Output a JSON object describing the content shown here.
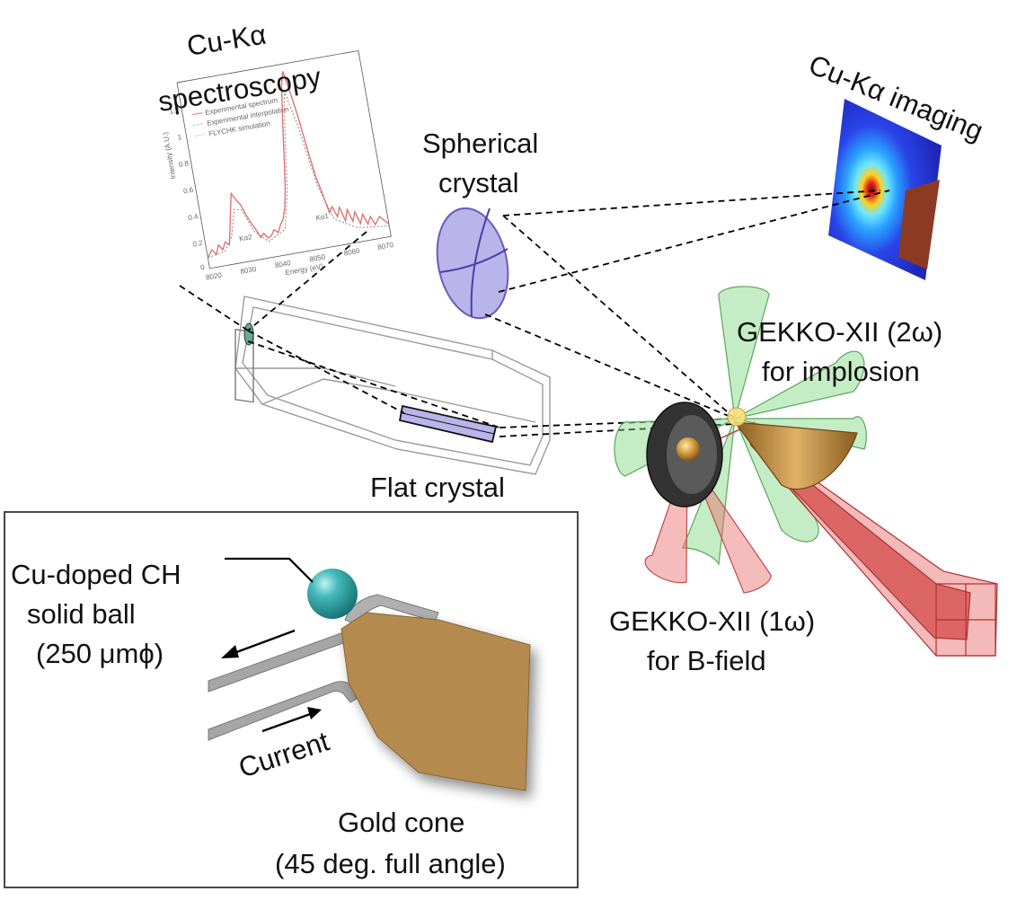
{
  "labels": {
    "spectroscopy_line1": "Cu-Kα",
    "spectroscopy_line2": "spectroscopy",
    "imaging": "Cu-Kα imaging",
    "spherical_line1": "Spherical",
    "spherical_line2": "crystal",
    "flat_crystal": "Flat crystal",
    "gekko_2w_line1": "GEKKO-XII (2ω)",
    "gekko_2w_line2": "for implosion",
    "gekko_1w_line1": "GEKKO-XII (1ω)",
    "gekko_1w_line2": "for B-field"
  },
  "inset": {
    "ball_line1": "Cu-doped CH",
    "ball_line2": "solid ball",
    "ball_line3": "(250 μmϕ)",
    "current": "Current",
    "cone_line1": "Gold cone",
    "cone_line2": "(45 deg. full angle)"
  },
  "spectrum_plot": {
    "ylabel": "Intensity (A.U.)",
    "xlabel": "Energy (eV)",
    "legend": [
      "Experimental spectrum",
      "Experimental interpolation",
      "FLYCHK simulation"
    ],
    "peak_left": "Kα2",
    "peak_right": "Kα1",
    "yticks": [
      "1.2",
      "1",
      "0.8",
      "0.6",
      "0.4",
      "0.2",
      "0"
    ],
    "xticks": [
      "8020",
      "8030",
      "8040",
      "8050",
      "8060",
      "8070"
    ]
  },
  "colors": {
    "beam_red": "#e03a3a",
    "beam_green": "#7fd67f",
    "gold": "#c08a3a",
    "crystal": "#b9b5ea",
    "ball": "#3aaeb0"
  }
}
